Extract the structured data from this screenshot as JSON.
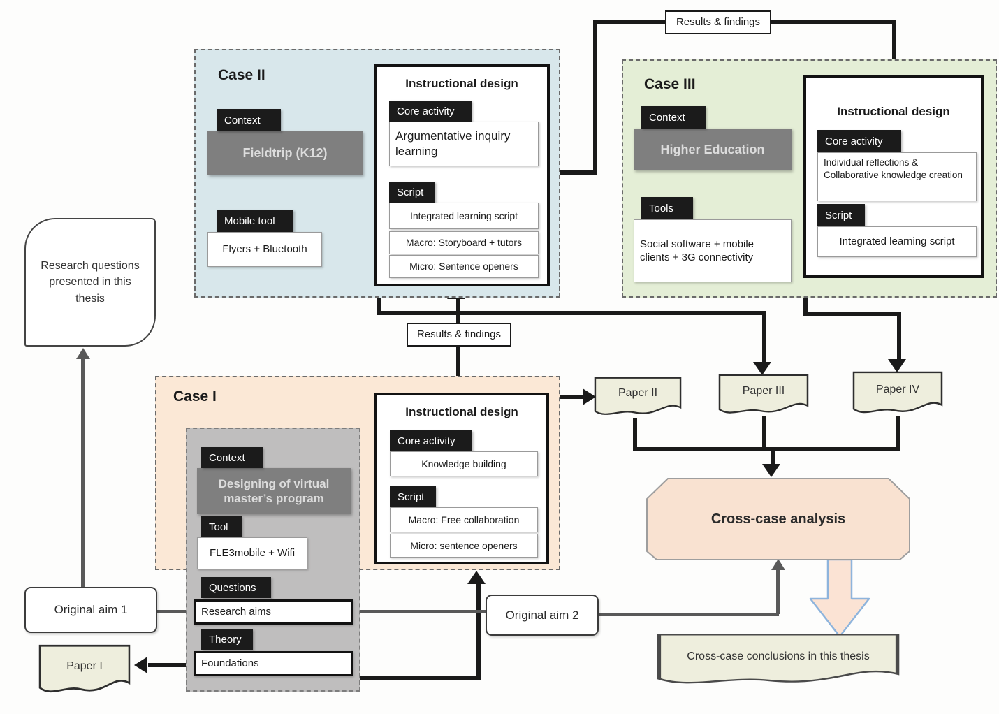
{
  "colors": {
    "case1_bg": "#fbe8d6",
    "case2_bg": "#d8e7eb",
    "case3_bg": "#e4eed6",
    "inner_gray_bg": "#bfbebe",
    "label_bg": "#1b1b1b",
    "context_box_bg": "#7f7f7f",
    "context_box_text": "#dcdcdc",
    "paper_fill": "#eeeedd",
    "crosscase_bg": "#f9e2d1",
    "big_arrow_fill": "#fbe3d4",
    "big_arrow_outline": "#8eb4dc",
    "line_black": "#1a1a1a",
    "line_gray": "#595959"
  },
  "connector_labels": {
    "results_top": "Results & findings",
    "results_mid": "Results & findings"
  },
  "research_questions": {
    "text": "Research questions presented in this thesis"
  },
  "original_aims": {
    "aim1": "Original aim 1",
    "aim2": "Original aim 2"
  },
  "papers": {
    "p1": "Paper I",
    "p2": "Paper II",
    "p3": "Paper III",
    "p4": "Paper IV"
  },
  "cross_case": {
    "title": "Cross-case analysis",
    "conclusions": "Cross-case conclusions in this thesis"
  },
  "case2": {
    "title": "Case II",
    "context_label": "Context",
    "context_value": "Fieldtrip (K12)",
    "tool_label": "Mobile tool",
    "tool_value": "Flyers + Bluetooth",
    "design": {
      "title": "Instructional design",
      "core_label": "Core activity",
      "core_value": "Argumentative inquiry learning",
      "script_label": "Script",
      "script_rows": [
        "Integrated learning script",
        "Macro: Storyboard + tutors",
        "Micro: Sentence openers"
      ]
    }
  },
  "case3": {
    "title": "Case III",
    "context_label": "Context",
    "context_value": "Higher Education",
    "tool_label": "Tools",
    "tool_value": "Social software + mobile clients + 3G connectivity",
    "design": {
      "title": "Instructional design",
      "core_label": "Core activity",
      "core_value": "Individual reflections & Collaborative knowledge creation",
      "script_label": "Script",
      "script_rows": [
        "Integrated learning script"
      ]
    }
  },
  "case1": {
    "title": "Case I",
    "context_label": "Context",
    "context_value": "Designing of virtual master’s program",
    "tool_label": "Tool",
    "tool_value": "FLE3mobile + Wifi",
    "questions_label": "Questions",
    "questions_value": "Research aims",
    "theory_label": "Theory",
    "theory_value": "Foundations",
    "design": {
      "title": "Instructional design",
      "core_label": "Core activity",
      "core_value": "Knowledge building",
      "script_label": "Script",
      "script_rows": [
        "Macro: Free collaboration",
        "Micro: sentence openers"
      ]
    }
  }
}
